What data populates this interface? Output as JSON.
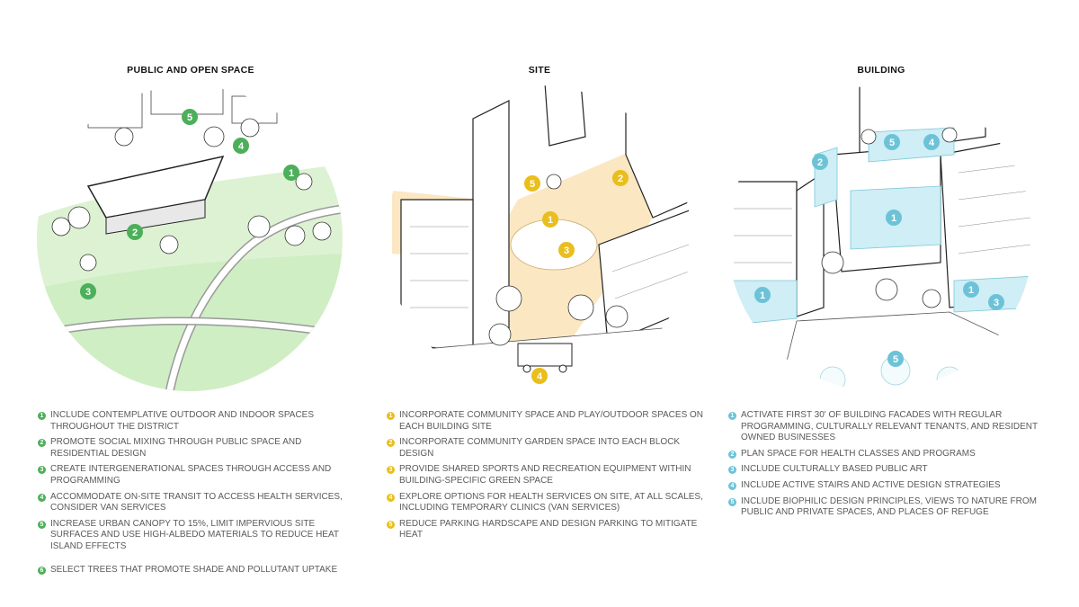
{
  "columns": [
    {
      "title": "PUBLIC AND OPEN SPACE",
      "badge_color": "#4caf5a",
      "items": [
        {
          "num": "1",
          "text": "INCLUDE CONTEMPLATIVE OUTDOOR AND INDOOR SPACES THROUGHOUT THE DISTRICT"
        },
        {
          "num": "2",
          "text": "PROMOTE SOCIAL MIXING THROUGH PUBLIC SPACE AND RESIDENTIAL DESIGN"
        },
        {
          "num": "3",
          "text": "CREATE INTERGENERATIONAL SPACES THROUGH ACCESS AND PROGRAMMING"
        },
        {
          "num": "4",
          "text": "ACCOMMODATE ON-SITE TRANSIT TO ACCESS HEALTH SERVICES, CONSIDER VAN SERVICES"
        },
        {
          "num": "5",
          "text": "INCREASE URBAN CANOPY TO 15%, LIMIT IMPERVIOUS SITE SURFACES AND USE HIGH-ALBEDO MATERIALS TO REDUCE HEAT ISLAND EFFECTS"
        },
        {
          "num": "6",
          "text": "SELECT TREES THAT PROMOTE SHADE AND POLLUTANT UPTAKE"
        }
      ],
      "markers": [
        "1",
        "2",
        "3",
        "4",
        "5"
      ]
    },
    {
      "title": "SITE",
      "badge_color": "#e9be1d",
      "items": [
        {
          "num": "1",
          "text": "INCORPORATE COMMUNITY SPACE AND PLAY/OUTDOOR SPACES ON EACH BUILDING SITE"
        },
        {
          "num": "2",
          "text": "INCORPORATE COMMUNITY GARDEN SPACE INTO EACH BLOCK DESIGN"
        },
        {
          "num": "3",
          "text": "PROVIDE SHARED SPORTS AND RECREATION EQUIPMENT WITHIN BUILDING-SPECIFIC GREEN SPACE"
        },
        {
          "num": "4",
          "text": "EXPLORE OPTIONS FOR HEALTH SERVICES ON SITE, AT ALL SCALES, INCLUDING TEMPORARY CLINICS (VAN SERVICES)"
        },
        {
          "num": "5",
          "text": "REDUCE PARKING HARDSCAPE AND DESIGN PARKING TO MITIGATE HEAT"
        }
      ],
      "markers": [
        "1",
        "2",
        "3",
        "4",
        "5"
      ]
    },
    {
      "title": "BUILDING",
      "badge_color": "#6cc3d8",
      "items": [
        {
          "num": "1",
          "text": "ACTIVATE FIRST 30' OF BUILDING FACADES WITH REGULAR PROGRAMMING, CULTURALLY RELEVANT TENANTS, AND RESIDENT OWNED BUSINESSES"
        },
        {
          "num": "2",
          "text": "PLAN SPACE FOR HEALTH CLASSES AND PROGRAMS"
        },
        {
          "num": "3",
          "text": "INCLUDE CULTURALLY BASED PUBLIC ART"
        },
        {
          "num": "4",
          "text": "INCLUDE ACTIVE STAIRS AND ACTIVE DESIGN STRATEGIES"
        },
        {
          "num": "5",
          "text": "INCLUDE BIOPHILIC DESIGN PRINCIPLES, VIEWS TO NATURE FROM PUBLIC AND PRIVATE SPACES, AND PLACES OF REFUGE"
        }
      ],
      "markers": [
        "1",
        "1",
        "1",
        "2",
        "3",
        "4",
        "5",
        "5"
      ]
    }
  ]
}
